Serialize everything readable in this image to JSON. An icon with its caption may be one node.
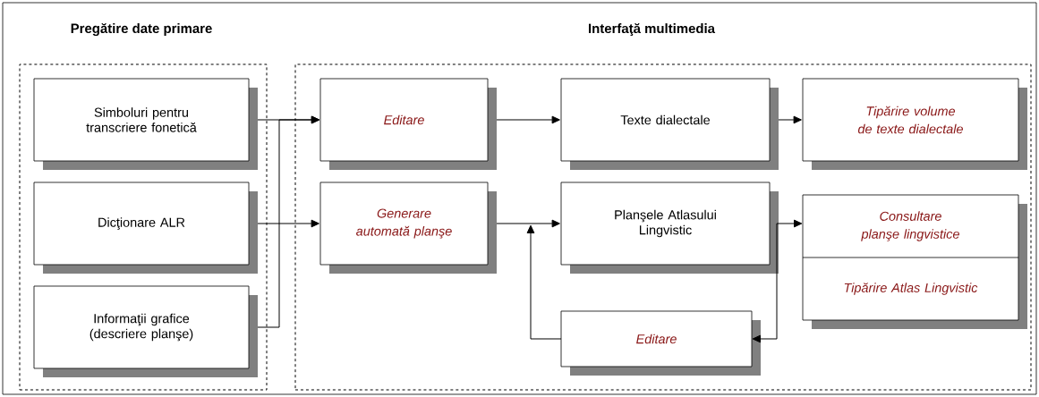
{
  "diagram": {
    "nodes": [
      {
        "text": [
          "Pregătire date primare"
        ]
      },
      {
        "text": [
          "Interfaţă multimedia"
        ]
      },
      {
        "text": [
          "Simboluri pentru transcriere fonetică"
        ],
        "in": 0
      },
      {
        "text": [
          "Dicţionare ALR"
        ],
        "in": 0
      },
      {
        "text": [
          "Informaţii grafice (descriere planşe)"
        ],
        "in": 0
      },
      {
        "text": [
          "Editare"
        ],
        "in": 1
      },
      {
        "text": [
          "Texte dialectale"
        ],
        "in": 1
      },
      {
        "text": [
          "Tipărire volume de texte dialectale"
        ],
        "in": 1
      },
      {
        "text": [
          "Generare automată planşe"
        ],
        "in": 1
      },
      {
        "text": [
          "Planşele Atlasului Lingvistic"
        ],
        "in": 1
      },
      {
        "text": [
          "Consultare planşe lingvistice",
          "Tipărire Atlas Lingvistic"
        ],
        "in": 1
      },
      {
        "text": [
          "Editare"
        ],
        "in": 1
      }
    ],
    "edges": [
      {
        "from": 2,
        "to": 5,
        "arrow": "to"
      },
      {
        "from": 4,
        "to": 5,
        "arrow": "to"
      },
      {
        "from": 3,
        "to": 8,
        "arrow": "to"
      },
      {
        "from": 5,
        "to": 6,
        "arrow": "to"
      },
      {
        "from": 6,
        "to": 7,
        "arrow": "to"
      },
      {
        "from": 8,
        "to": 9,
        "arrow": "to"
      },
      {
        "from": 11,
        "to": 9,
        "arrow": "to"
      },
      {
        "from": 9,
        "to": 10,
        "arrow": "to"
      },
      {
        "from": 9,
        "to": 11,
        "arrow": "to"
      }
    ]
  }
}
